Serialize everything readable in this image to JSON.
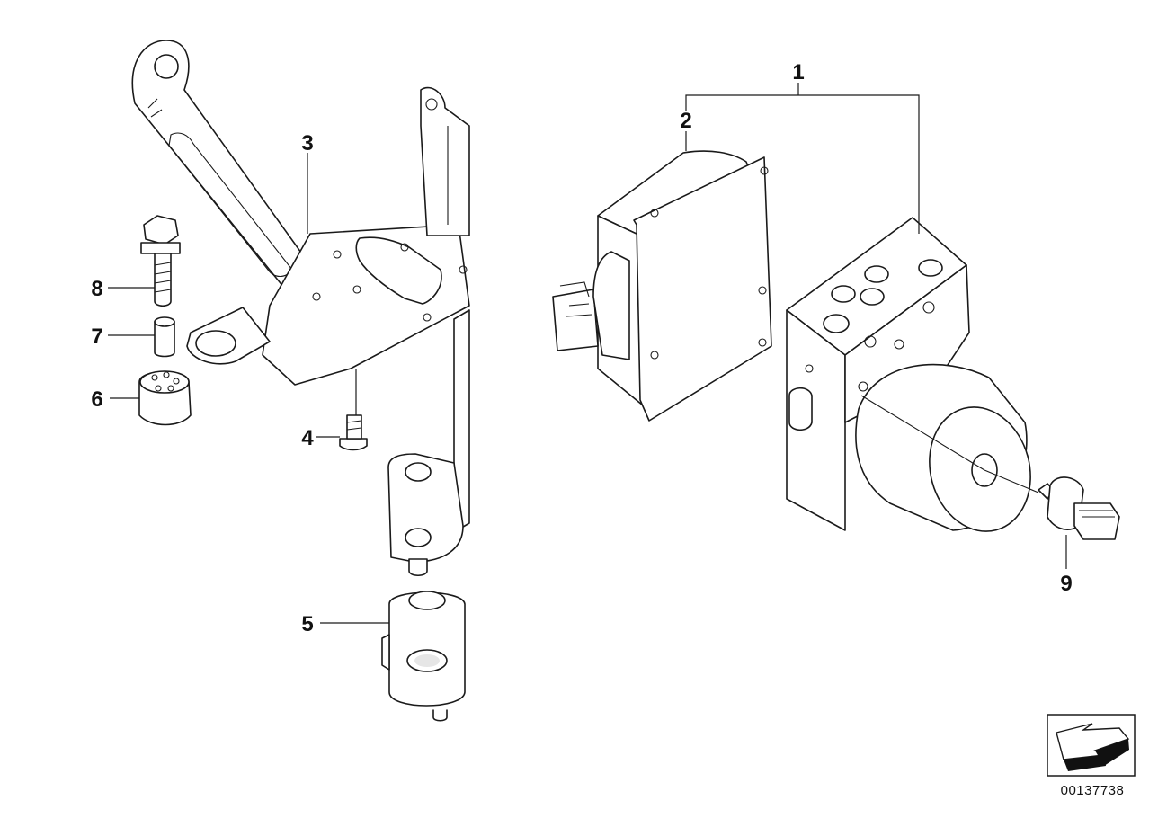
{
  "callouts": {
    "abs_unit": "1",
    "control_module": "2",
    "bracket": "3",
    "screw": "4",
    "rubber_mount": "5",
    "grommet": "6",
    "bushing": "7",
    "hex_bolt": "8",
    "pressure_sensor": "9"
  },
  "catalog_id": "00137738",
  "icons": {
    "direction_arrow": "front-direction-arrow-icon"
  }
}
